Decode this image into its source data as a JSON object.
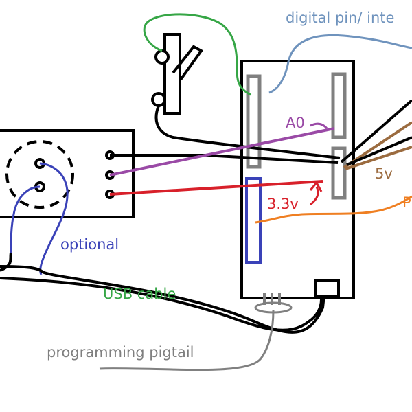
{
  "labels": {
    "digital_pin": "digital pin/ inte",
    "a0": "A0",
    "five_v": "5v",
    "three_v": "3.3v",
    "p": "P",
    "optional": "optional",
    "usb_cable": "USB cable",
    "programming_pigtail": "programming pigtail"
  },
  "colors": {
    "digital_pin": "#6f93bd",
    "a0": "#9a4aa6",
    "five_v": "#9b6b3f",
    "three_v": "#d8202a",
    "p": "#ef7f22",
    "optional": "#3a42b8",
    "usb_cable": "#36a646",
    "programming_pigtail": "#7f7f7f"
  }
}
